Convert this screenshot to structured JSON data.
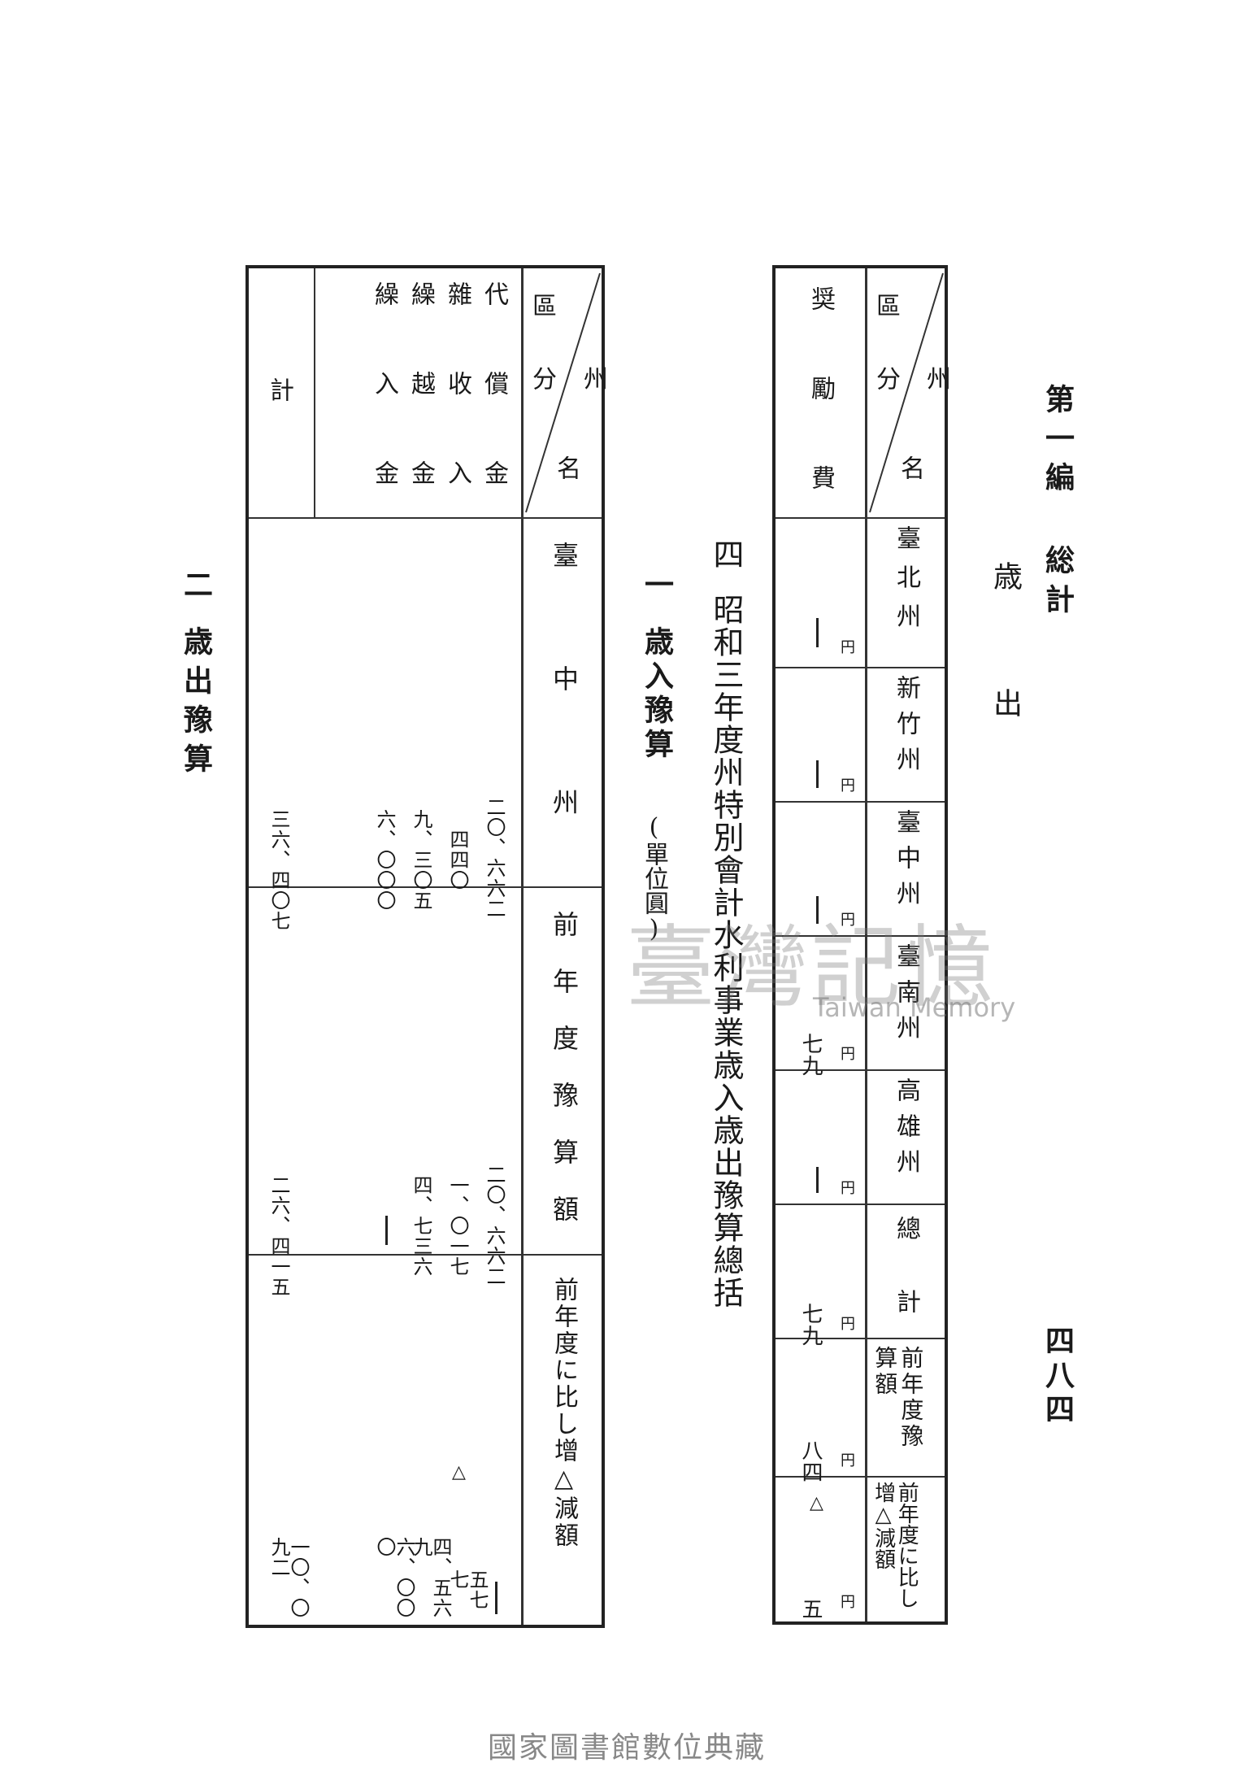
{
  "header": {
    "chapter": "第一編 総計",
    "page_number": "四八四",
    "section": "歳出"
  },
  "title": {
    "number": "四",
    "text": "昭和三年度州特別會計水利事業歳入歳出豫算總括"
  },
  "sub_one": {
    "number": "一",
    "text": "歳入豫算",
    "unit_note": "(單位圓)"
  },
  "sub_two": {
    "number": "二",
    "text": "歳出豫算"
  },
  "top_table": {
    "corner_top": "州",
    "corner_middle": "名",
    "corner_left": "區分",
    "row_label": "奨勵費",
    "columns": [
      {
        "header": "臺北州",
        "value": "—",
        "unit": "円"
      },
      {
        "header": "新竹州",
        "value": "—",
        "unit": "円"
      },
      {
        "header": "臺中州",
        "value": "—",
        "unit": "円"
      },
      {
        "header": "臺南州",
        "value": "七九",
        "unit": "円"
      },
      {
        "header": "高雄州",
        "value": "—",
        "unit": "円"
      },
      {
        "header": "總計",
        "value": "七九",
        "unit": "円"
      },
      {
        "header": "前年度豫算額",
        "value": "八四",
        "unit": "円"
      },
      {
        "header": "前年度に比し增△減額",
        "value": "五",
        "unit": "円",
        "mark": "△"
      }
    ]
  },
  "bottom_table": {
    "corner_top": "州",
    "corner_middle": "名",
    "corner_left": "區分",
    "rows": [
      "代償金",
      "雜收入",
      "繰越金",
      "繰入金",
      "計"
    ],
    "columns": [
      {
        "header": "臺中州",
        "values": [
          "二〇、六六二",
          "四四〇",
          "九、三〇五",
          "六、〇〇〇",
          "三六、四〇七"
        ]
      },
      {
        "header": "前年度豫算額",
        "values": [
          "二〇、六六二",
          "一、〇一七",
          "四、七三六",
          "—",
          "二六、四一五"
        ]
      },
      {
        "header": "前年度に比し增△減額",
        "values": [
          "—",
          "五七七",
          "四、五六九",
          "六、〇〇〇",
          "一〇、〇九二"
        ],
        "marks": [
          "",
          "△",
          "",
          "",
          ""
        ]
      }
    ]
  },
  "watermark": {
    "chinese": "臺灣記憶",
    "english": "Taiwan Memory"
  },
  "footer": "國家圖書館數位典藏"
}
